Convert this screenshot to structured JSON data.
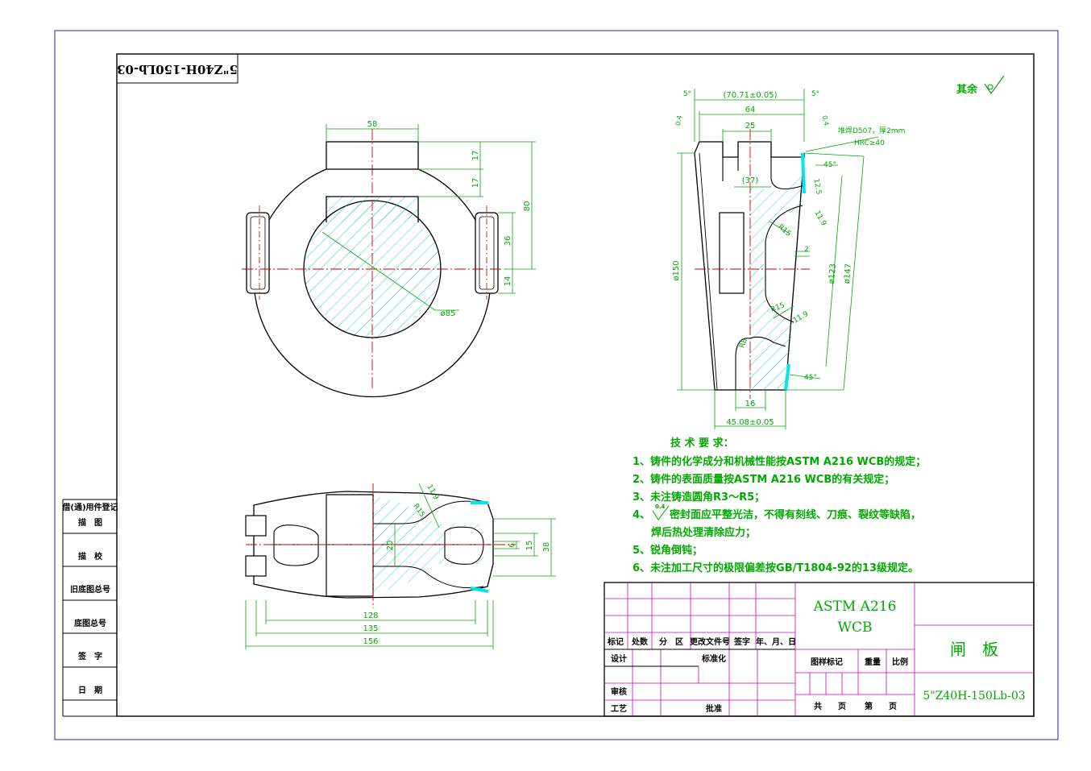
{
  "colors": {
    "outline": "#000000",
    "dimension": "#00aa00",
    "center_line": "#cc0000",
    "hatch": "#00cccc",
    "weld": "#00e5ee",
    "frame": "#2222aa",
    "grid": "#cc00cc",
    "title_text": "#00aa00"
  },
  "drawing_number": "5\"Z40H-150Lb-03",
  "side_table": {
    "header": "借(通)用件登记",
    "rows": [
      "描　图",
      "描　校",
      "旧底图总号",
      "底图总号",
      "签　字",
      "日　期"
    ]
  },
  "views": {
    "front": {
      "dims": [
        "58",
        "17",
        "17",
        "80",
        "36",
        "14",
        "ø85"
      ]
    },
    "section": {
      "dims": [
        "5°",
        "(70.71±0.05)",
        "5°",
        "64",
        "25",
        "0.4",
        "0.4",
        "(37)",
        "ø150",
        "12.5",
        "11.9",
        "R15",
        "2",
        "ø123",
        "ø147",
        "R15",
        "11.9",
        "R8",
        "16",
        "45.08±0.05",
        "45°",
        "45°"
      ],
      "weld_note": [
        "堆焊D507，厚2mm",
        "HRC≥40"
      ]
    },
    "top": {
      "dims": [
        "11.9",
        "R15",
        "20",
        "6",
        "15",
        "38",
        "128",
        "135",
        "156"
      ]
    }
  },
  "roughness_note": "其余",
  "tech_req": {
    "title": "技 术 要 求：",
    "items": [
      "1、铸件的化学成分和机械性能按ASTM A216 WCB的规定；",
      "2、铸件的表面质量按ASTM A216 WCB的有关规定；",
      "3、未注铸造圆角R3～R5；",
      "4、",
      "密封面应平整光洁，不得有刻线、刀痕、裂纹等缺陷，",
      "焊后热处理清除应力；",
      "5、锐角倒钝；",
      "6、未注加工尺寸的极限偏差按GB/T1804-92的13级规定。"
    ],
    "roughness_value": "0.4"
  },
  "title_block": {
    "material": [
      "ASTM A216",
      "WCB"
    ],
    "part_name": "闸　板",
    "drawing_no": "5\"Z40H-150Lb-03",
    "rev_headers": [
      "标记",
      "处数",
      "分　区",
      "更改文件号",
      "签字",
      "年、月、日"
    ],
    "labels": {
      "design": "设计",
      "standard": "标准化",
      "review": "审核",
      "process": "工艺",
      "approve": "批准",
      "stage": "图样标记",
      "weight": "重量",
      "scale": "比例",
      "total": "共　　页",
      "sheet": "第　　页"
    }
  }
}
